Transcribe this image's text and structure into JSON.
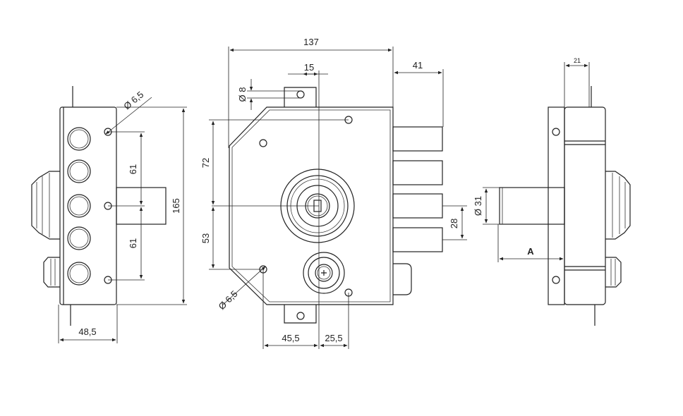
{
  "dimensions": {
    "overall_width": "137",
    "projection": "41",
    "pin_offset": "15",
    "pin_diameter": "Ø 8",
    "hole_dia_top": "Ø 6,5",
    "hole_dia_bottom": "Ø 6,5",
    "spacing_top": "61",
    "spacing_bottom": "61",
    "overall_height": "165",
    "body_depth": "48,5",
    "upper_height": "72",
    "lower_height": "53",
    "left_offset": "45,5",
    "right_offset": "25,5",
    "bolt_spacing": "28",
    "bolt_diameter": "Ø 31",
    "side_depth": "21",
    "variable_length": "A"
  }
}
